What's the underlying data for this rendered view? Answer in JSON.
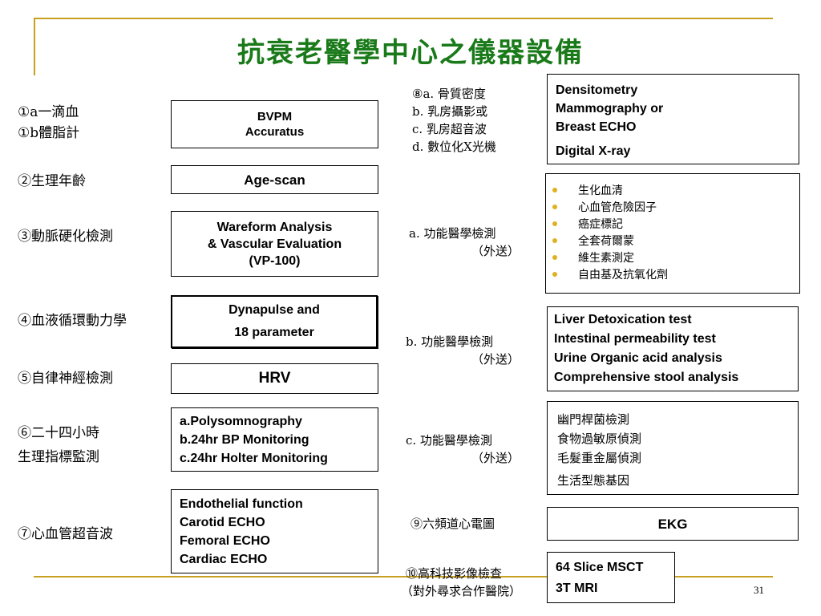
{
  "title": "抗衰老醫學中心之儀器設備",
  "left_labels": {
    "l1a": "①a一滴血",
    "l1b": "①b體脂計",
    "l2": "②生理年齡",
    "l3": "③動脈硬化檢測",
    "l4": "④血液循環動力學",
    "l5": "⑤自律神經檢測",
    "l6a": "⑥二十四小時",
    "l6b": "生理指標監測",
    "l7": "⑦心血管超音波"
  },
  "left_boxes": {
    "b1": [
      "BVPM",
      "Accuratus"
    ],
    "b2": [
      "Age-scan"
    ],
    "b3": [
      "Wareform Analysis",
      "& Vascular Evaluation",
      "(VP-100)"
    ],
    "b4": [
      "Dynapulse and",
      "18 parameter"
    ],
    "b5": [
      "HRV"
    ],
    "b6": [
      "a.Polysomnography",
      "b.24hr BP Monitoring",
      "c.24hr Holter Monitoring"
    ],
    "b7": [
      "Endothelial function",
      "Carotid ECHO",
      "Femoral ECHO",
      "Cardiac ECHO"
    ]
  },
  "middle_labels": {
    "m8": [
      "⑧a. 骨質密度",
      "b. 乳房攝影或",
      "c. 乳房超音波",
      "d. 數位化X光機"
    ],
    "ma": [
      "a. 功能醫學檢測",
      "（外送）"
    ],
    "mb": [
      "b. 功能醫學檢測",
      "（外送）"
    ],
    "mc": [
      "c. 功能醫學檢測",
      "（外送）"
    ],
    "m9": "⑨六頻道心電圖",
    "m10": [
      "⑩高科技影像檢查",
      "（對外尋求合作醫院）"
    ]
  },
  "right_boxes": {
    "r8": [
      "Densitometry",
      "Mammography or",
      "Breast ECHO",
      "Digital X-ray"
    ],
    "ra": [
      "生化血清",
      "心血管危險因子",
      "癌症標記",
      "全套荷爾蒙",
      "維生素測定",
      "自由基及抗氧化劑"
    ],
    "rb": [
      "Liver Detoxication test",
      "Intestinal permeability test",
      "Urine Organic acid analysis",
      "Comprehensive stool analysis"
    ],
    "rc": [
      "幽門桿菌檢測",
      "食物過敏原偵測",
      "毛髮重金屬偵測",
      "生活型態基因"
    ],
    "r9": [
      "EKG"
    ],
    "r10": [
      "64 Slice MSCT",
      "3T MRI"
    ]
  },
  "colors": {
    "title": "#1a7a1a",
    "rule": "#c8a020",
    "bullet": "#e0b020"
  },
  "page_number": "31"
}
